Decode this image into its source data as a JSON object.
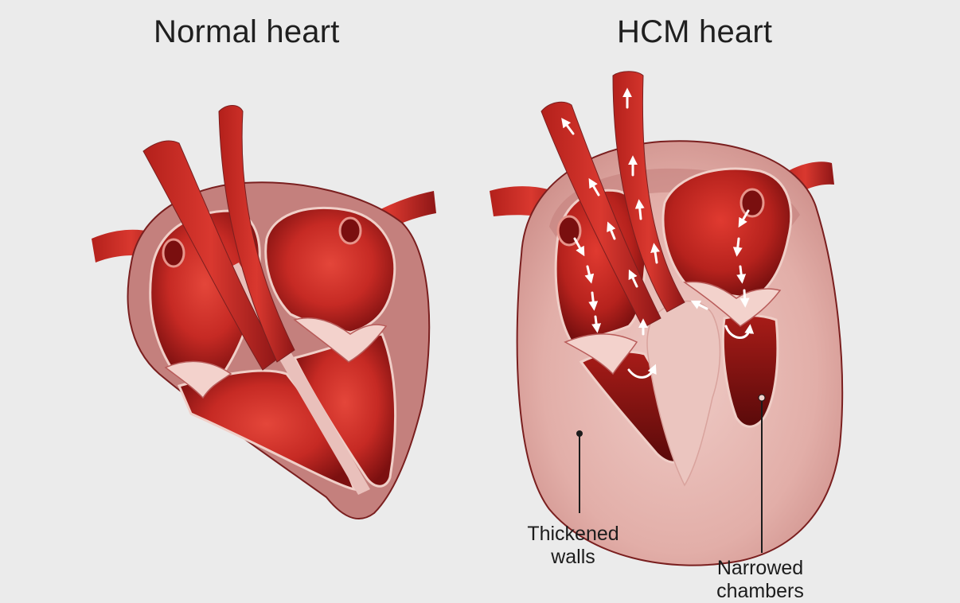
{
  "titles": {
    "normal": "Normal heart",
    "hcm": "HCM heart"
  },
  "callouts": {
    "thickened_walls": [
      "Thickened",
      "walls"
    ],
    "narrowed_chambers": [
      "Narrowed",
      "chambers"
    ]
  },
  "colors": {
    "background": "#ebebeb",
    "muscle_outer": "#c07a78",
    "muscle_thick": "#e4b6b1",
    "blood_dark": "#8a1414",
    "blood_bright": "#d8342c",
    "valve": "#f3d2cc",
    "outline": "#7a1f1f",
    "arrow": "#ffffff"
  }
}
